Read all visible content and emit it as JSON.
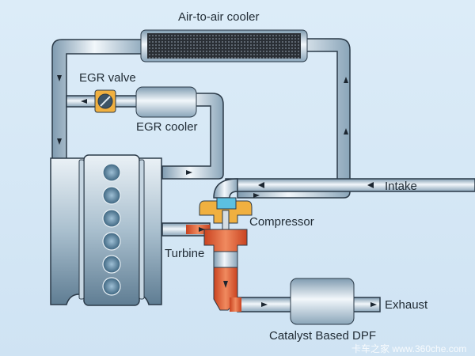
{
  "labels": {
    "cooler": "Air-to-air cooler",
    "egr_valve": "EGR valve",
    "egr_cooler": "EGR cooler",
    "intake": "Intake",
    "compressor": "Compressor",
    "turbine": "Turbine",
    "exhaust": "Exhaust",
    "dpf": "Catalyst Based DPF"
  },
  "watermark": "卡车之家 www.360che.com",
  "colors": {
    "background": "#d5e7f5",
    "pipe": "#b8cfdf",
    "hot": "#e0603a",
    "outline": "#2b3a48"
  }
}
